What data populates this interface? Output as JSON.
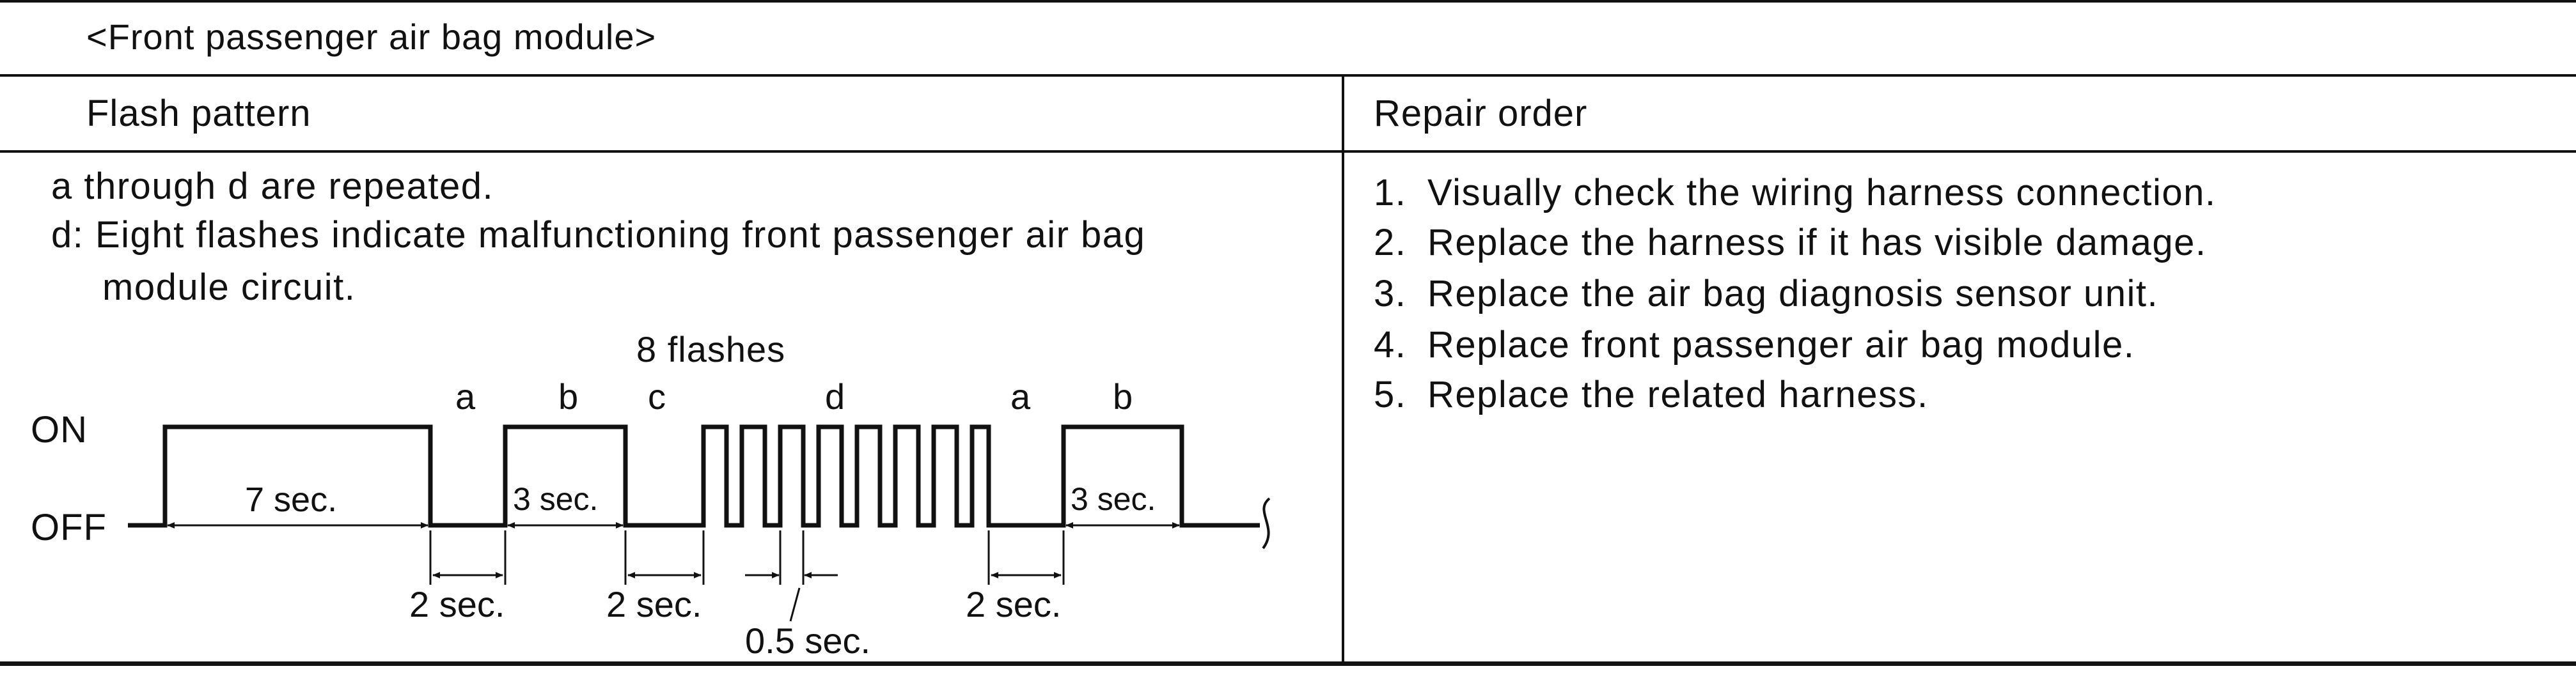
{
  "table": {
    "caption": "<Front passenger air bag module>",
    "headers": {
      "flash_pattern": "Flash pattern",
      "repair_order": "Repair order"
    },
    "flash_notes": {
      "line1": "a through d are repeated.",
      "line2": "d: Eight flashes indicate malfunctioning front passenger air bag",
      "line3": "module circuit."
    },
    "repair_steps": [
      {
        "num": "1.",
        "text": "Visually check the wiring harness connection."
      },
      {
        "num": "2.",
        "text": "Replace the harness if it has visible damage."
      },
      {
        "num": "3.",
        "text": "Replace the air bag diagnosis sensor unit."
      },
      {
        "num": "4.",
        "text": "Replace front passenger air bag module."
      },
      {
        "num": "5.",
        "text": "Replace the related harness."
      }
    ]
  },
  "diagram": {
    "on_label": "ON",
    "off_label": "OFF",
    "flash_count_label": "8 flashes",
    "segment_letters": {
      "a1": "a",
      "b1": "b",
      "c": "c",
      "d": "d",
      "a2": "a",
      "b2": "b"
    },
    "durations": {
      "seven_sec": "7 sec.",
      "three_sec_1": "3 sec.",
      "three_sec_2": "3 sec.",
      "two_sec_1": "2 sec.",
      "two_sec_2": "2 sec.",
      "two_sec_3": "2 sec.",
      "half_sec": "0.5 sec."
    }
  }
}
